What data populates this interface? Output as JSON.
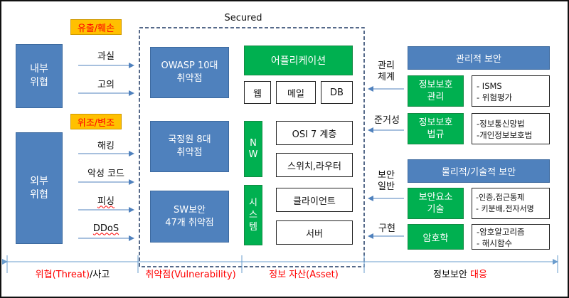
{
  "threats": {
    "tag_leak": "유출/훼손",
    "tag_forge": "위조/변조",
    "internal": "내부\n위협",
    "external": "외부\n위협",
    "internal_items": [
      "과실",
      "고의"
    ],
    "external_items": [
      "해킹",
      "악성 코드",
      "피싱",
      "DDoS"
    ]
  },
  "secured_label": "Secured",
  "vulnerabilities": [
    "OWASP 10대\n취약점",
    "국정원 8대\n취약점",
    "SW보안\n47개 취약점"
  ],
  "assets": {
    "app": "어플리케이션",
    "app_items": [
      "웹",
      "메일",
      "DB"
    ],
    "nw": "N\nW",
    "nw_items": [
      "OSI 7 계층",
      "스위치,라우터"
    ],
    "system": "시\n스\n템",
    "system_items": [
      "클라이언트",
      "서버"
    ]
  },
  "countermeasures": {
    "admin_title": "관리적 보안",
    "admin_label_1": "관리\n체계",
    "admin_label_2": "준거성",
    "mgmt_box": "정보보호\n관리",
    "mgmt_items": "- ISMS\n- 위험평가",
    "law_box": "정보보호\n법규",
    "law_items": "-정보통신망법\n-개인정보보호법",
    "phys_title": "물리적/기술적 보안",
    "phys_label_1": "보안\n일반",
    "phys_label_2": "구현",
    "elem_box": "보안요소\n기술",
    "elem_items": "-인증,접근통제\n- 키분배,전자서명",
    "crypto_box": "암호학",
    "crypto_items": "-암호알고리즘\n- 해시함수"
  },
  "bottom": {
    "threat_red": "위협(Threat)",
    "threat_black": "/사고",
    "vuln": "취약점(Vulnerability)",
    "asset": "정보 자산(Asset)",
    "counter_black": "정보보안 ",
    "counter_red": "대응"
  }
}
